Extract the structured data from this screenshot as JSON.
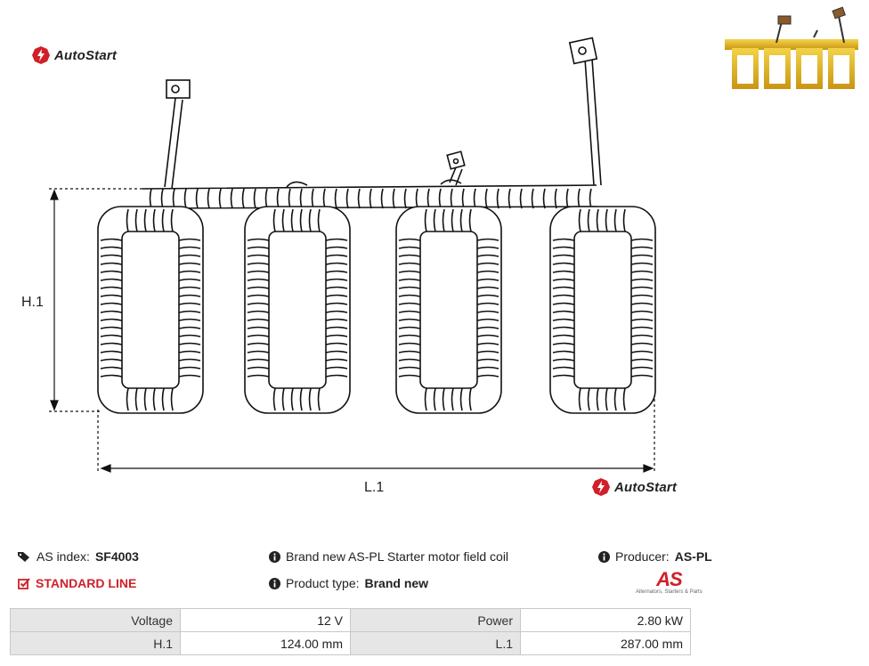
{
  "brand": {
    "name": "AutoStart",
    "color": "#d0202a"
  },
  "drawing": {
    "h_label": "H.1",
    "l_label": "L.1"
  },
  "info": {
    "as_index_label": "AS index:",
    "as_index_value": "SF4003",
    "line": "STANDARD LINE",
    "description": "Brand new AS-PL Starter motor field coil",
    "product_type_label": "Product type:",
    "product_type_value": "Brand new",
    "producer_label": "Producer:",
    "producer_value": "AS-PL",
    "as_logo_mark": "AS",
    "as_logo_sub": "Alternators, Starters & Parts"
  },
  "specs": [
    {
      "label1": "Voltage",
      "value1": "12 V",
      "label2": "Power",
      "value2": "2.80 kW"
    },
    {
      "label1": "H.1",
      "value1": "124.00 mm",
      "label2": "L.1",
      "value2": "287.00 mm"
    }
  ]
}
